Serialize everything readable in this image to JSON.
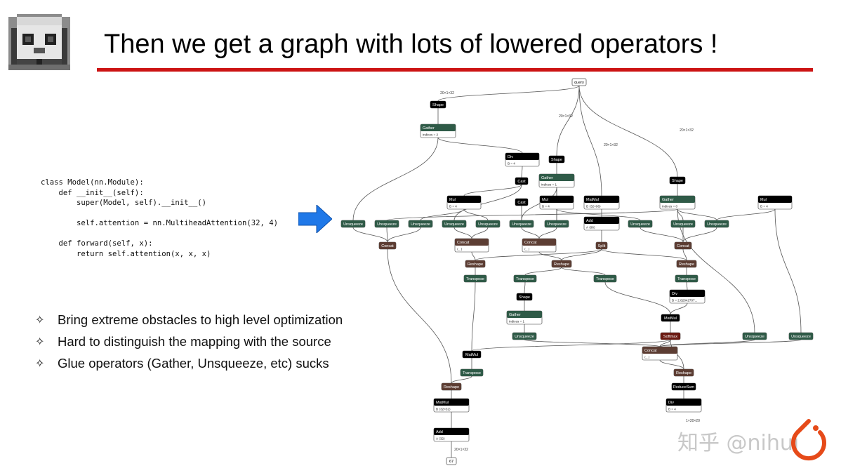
{
  "slide": {
    "title": "Then we get a graph with lots of lowered operators !",
    "logo_icon": "pixel-cat-icon",
    "accent_color": "#cc1414"
  },
  "code": {
    "lines": [
      "class Model(nn.Module):",
      "    def __init__(self):",
      "        super(Model, self).__init__()",
      "",
      "        self.attention = nn.MultiheadAttention(32, 4)",
      "",
      "    def forward(self, x):",
      "        return self.attention(x, x, x)"
    ]
  },
  "arrow_icon": "right-arrow-icon",
  "bullets": [
    {
      "icon": "diamond-star-icon",
      "text": "Bring extreme obstacles to high level optimization"
    },
    {
      "icon": "diamond-star-icon",
      "text": "Hard to distinguish the mapping with the source"
    },
    {
      "icon": "diamond-star-icon",
      "text": "Glue operators (Gather, Unsqueeze, etc) sucks"
    }
  ],
  "graph": {
    "colors": {
      "black": "#000000",
      "green": "#2f5a47",
      "brown": "#5c3d33",
      "red": "#6b1a12",
      "edge": "#555555"
    },
    "nodes": [
      {
        "id": "query",
        "label": "query",
        "kind": "io"
      },
      {
        "id": "shape1",
        "label": "Shape",
        "kind": "black"
      },
      {
        "id": "gather1",
        "label": "Gather",
        "attr": "indices = 2",
        "kind": "green"
      },
      {
        "id": "div1",
        "label": "Div",
        "attr": "B = 4",
        "kind": "black"
      },
      {
        "id": "shape2",
        "label": "Shape",
        "kind": "black"
      },
      {
        "id": "shape3",
        "label": "Shape",
        "kind": "black"
      },
      {
        "id": "cast1",
        "label": "Cast",
        "kind": "black"
      },
      {
        "id": "gather2",
        "label": "Gather",
        "attr": "indices = 1",
        "kind": "green"
      },
      {
        "id": "mul1",
        "label": "Mul",
        "attr": "B = 4",
        "kind": "black"
      },
      {
        "id": "cast2",
        "label": "Cast",
        "kind": "black"
      },
      {
        "id": "mul2",
        "label": "Mul",
        "attr": "B = 4",
        "kind": "black"
      },
      {
        "id": "matmul1",
        "label": "MatMul",
        "attr": "B  ⟨32×96⟩",
        "kind": "black"
      },
      {
        "id": "gather3",
        "label": "Gather",
        "attr": "indices = 0",
        "kind": "green"
      },
      {
        "id": "mul3",
        "label": "Mul",
        "attr": "B = 4",
        "kind": "black"
      },
      {
        "id": "add1",
        "label": "Add",
        "attr": "A  ⟨96⟩",
        "kind": "black"
      },
      {
        "id": "u1",
        "label": "Unsqueeze",
        "kind": "green"
      },
      {
        "id": "u2",
        "label": "Unsqueeze",
        "kind": "green"
      },
      {
        "id": "u3",
        "label": "Unsqueeze",
        "kind": "green"
      },
      {
        "id": "u4",
        "label": "Unsqueeze",
        "kind": "green"
      },
      {
        "id": "u5",
        "label": "Unsqueeze",
        "kind": "green"
      },
      {
        "id": "u6",
        "label": "Unsqueeze",
        "kind": "green"
      },
      {
        "id": "u7",
        "label": "Unsqueeze",
        "kind": "green"
      },
      {
        "id": "u8",
        "label": "Unsqueeze",
        "kind": "green"
      },
      {
        "id": "u9",
        "label": "Unsqueeze",
        "kind": "green"
      },
      {
        "id": "u10",
        "label": "Unsqueeze",
        "kind": "green"
      },
      {
        "id": "concat1",
        "label": "Concat",
        "kind": "brown"
      },
      {
        "id": "concat2",
        "label": "Concat",
        "attr": "⟨...⟩",
        "kind": "brown"
      },
      {
        "id": "concat3",
        "label": "Concat",
        "attr": "⟨...⟩",
        "kind": "brown"
      },
      {
        "id": "split1",
        "label": "Split",
        "kind": "brown"
      },
      {
        "id": "concat4",
        "label": "Concat",
        "kind": "brown"
      },
      {
        "id": "reshape1",
        "label": "Reshape",
        "kind": "brown"
      },
      {
        "id": "reshape2",
        "label": "Reshape",
        "kind": "brown"
      },
      {
        "id": "reshape3",
        "label": "Reshape",
        "kind": "brown"
      },
      {
        "id": "transpose1",
        "label": "Transpose",
        "kind": "green"
      },
      {
        "id": "transpose2",
        "label": "Transpose",
        "kind": "green"
      },
      {
        "id": "transpose3",
        "label": "Transpose",
        "kind": "green"
      },
      {
        "id": "transpose4",
        "label": "Transpose",
        "kind": "green"
      },
      {
        "id": "shape4",
        "label": "Shape",
        "kind": "black"
      },
      {
        "id": "div2",
        "label": "Div",
        "attr": "B = 2.82842707...",
        "kind": "black"
      },
      {
        "id": "gather4",
        "label": "Gather",
        "attr": "indices = 1",
        "kind": "green"
      },
      {
        "id": "matmul2",
        "label": "MatMul",
        "kind": "black"
      },
      {
        "id": "u11",
        "label": "Unsqueeze",
        "kind": "green"
      },
      {
        "id": "softmax",
        "label": "Softmax",
        "kind": "red"
      },
      {
        "id": "u12",
        "label": "Unsqueeze",
        "kind": "green"
      },
      {
        "id": "u13",
        "label": "Unsqueeze",
        "kind": "green"
      },
      {
        "id": "concat5",
        "label": "Concat",
        "attr": "⟨...⟩",
        "kind": "brown"
      },
      {
        "id": "matmul3",
        "label": "MatMul",
        "kind": "black"
      },
      {
        "id": "transpose5",
        "label": "Transpose",
        "kind": "green"
      },
      {
        "id": "reshape4",
        "label": "Reshape",
        "kind": "brown"
      },
      {
        "id": "reshape5",
        "label": "Reshape",
        "kind": "brown"
      },
      {
        "id": "reducesum",
        "label": "ReduceSum",
        "kind": "black"
      },
      {
        "id": "matmul4",
        "label": "MatMul",
        "attr": "B  ⟨32×32⟩",
        "kind": "black"
      },
      {
        "id": "div3",
        "label": "Div",
        "attr": "B = 4",
        "kind": "black"
      },
      {
        "id": "add2",
        "label": "Add",
        "attr": "A  ⟨32⟩",
        "kind": "black"
      },
      {
        "id": "out67",
        "label": "67",
        "kind": "io"
      }
    ],
    "edge_labels": [
      "20×1×32",
      "20×1×32",
      "20×1×32",
      "20×1×32",
      "20×1×32",
      "1×20×20"
    ]
  },
  "watermark": {
    "text": "知乎 @nihui",
    "logo_icon": "pytorch-flame-icon"
  }
}
